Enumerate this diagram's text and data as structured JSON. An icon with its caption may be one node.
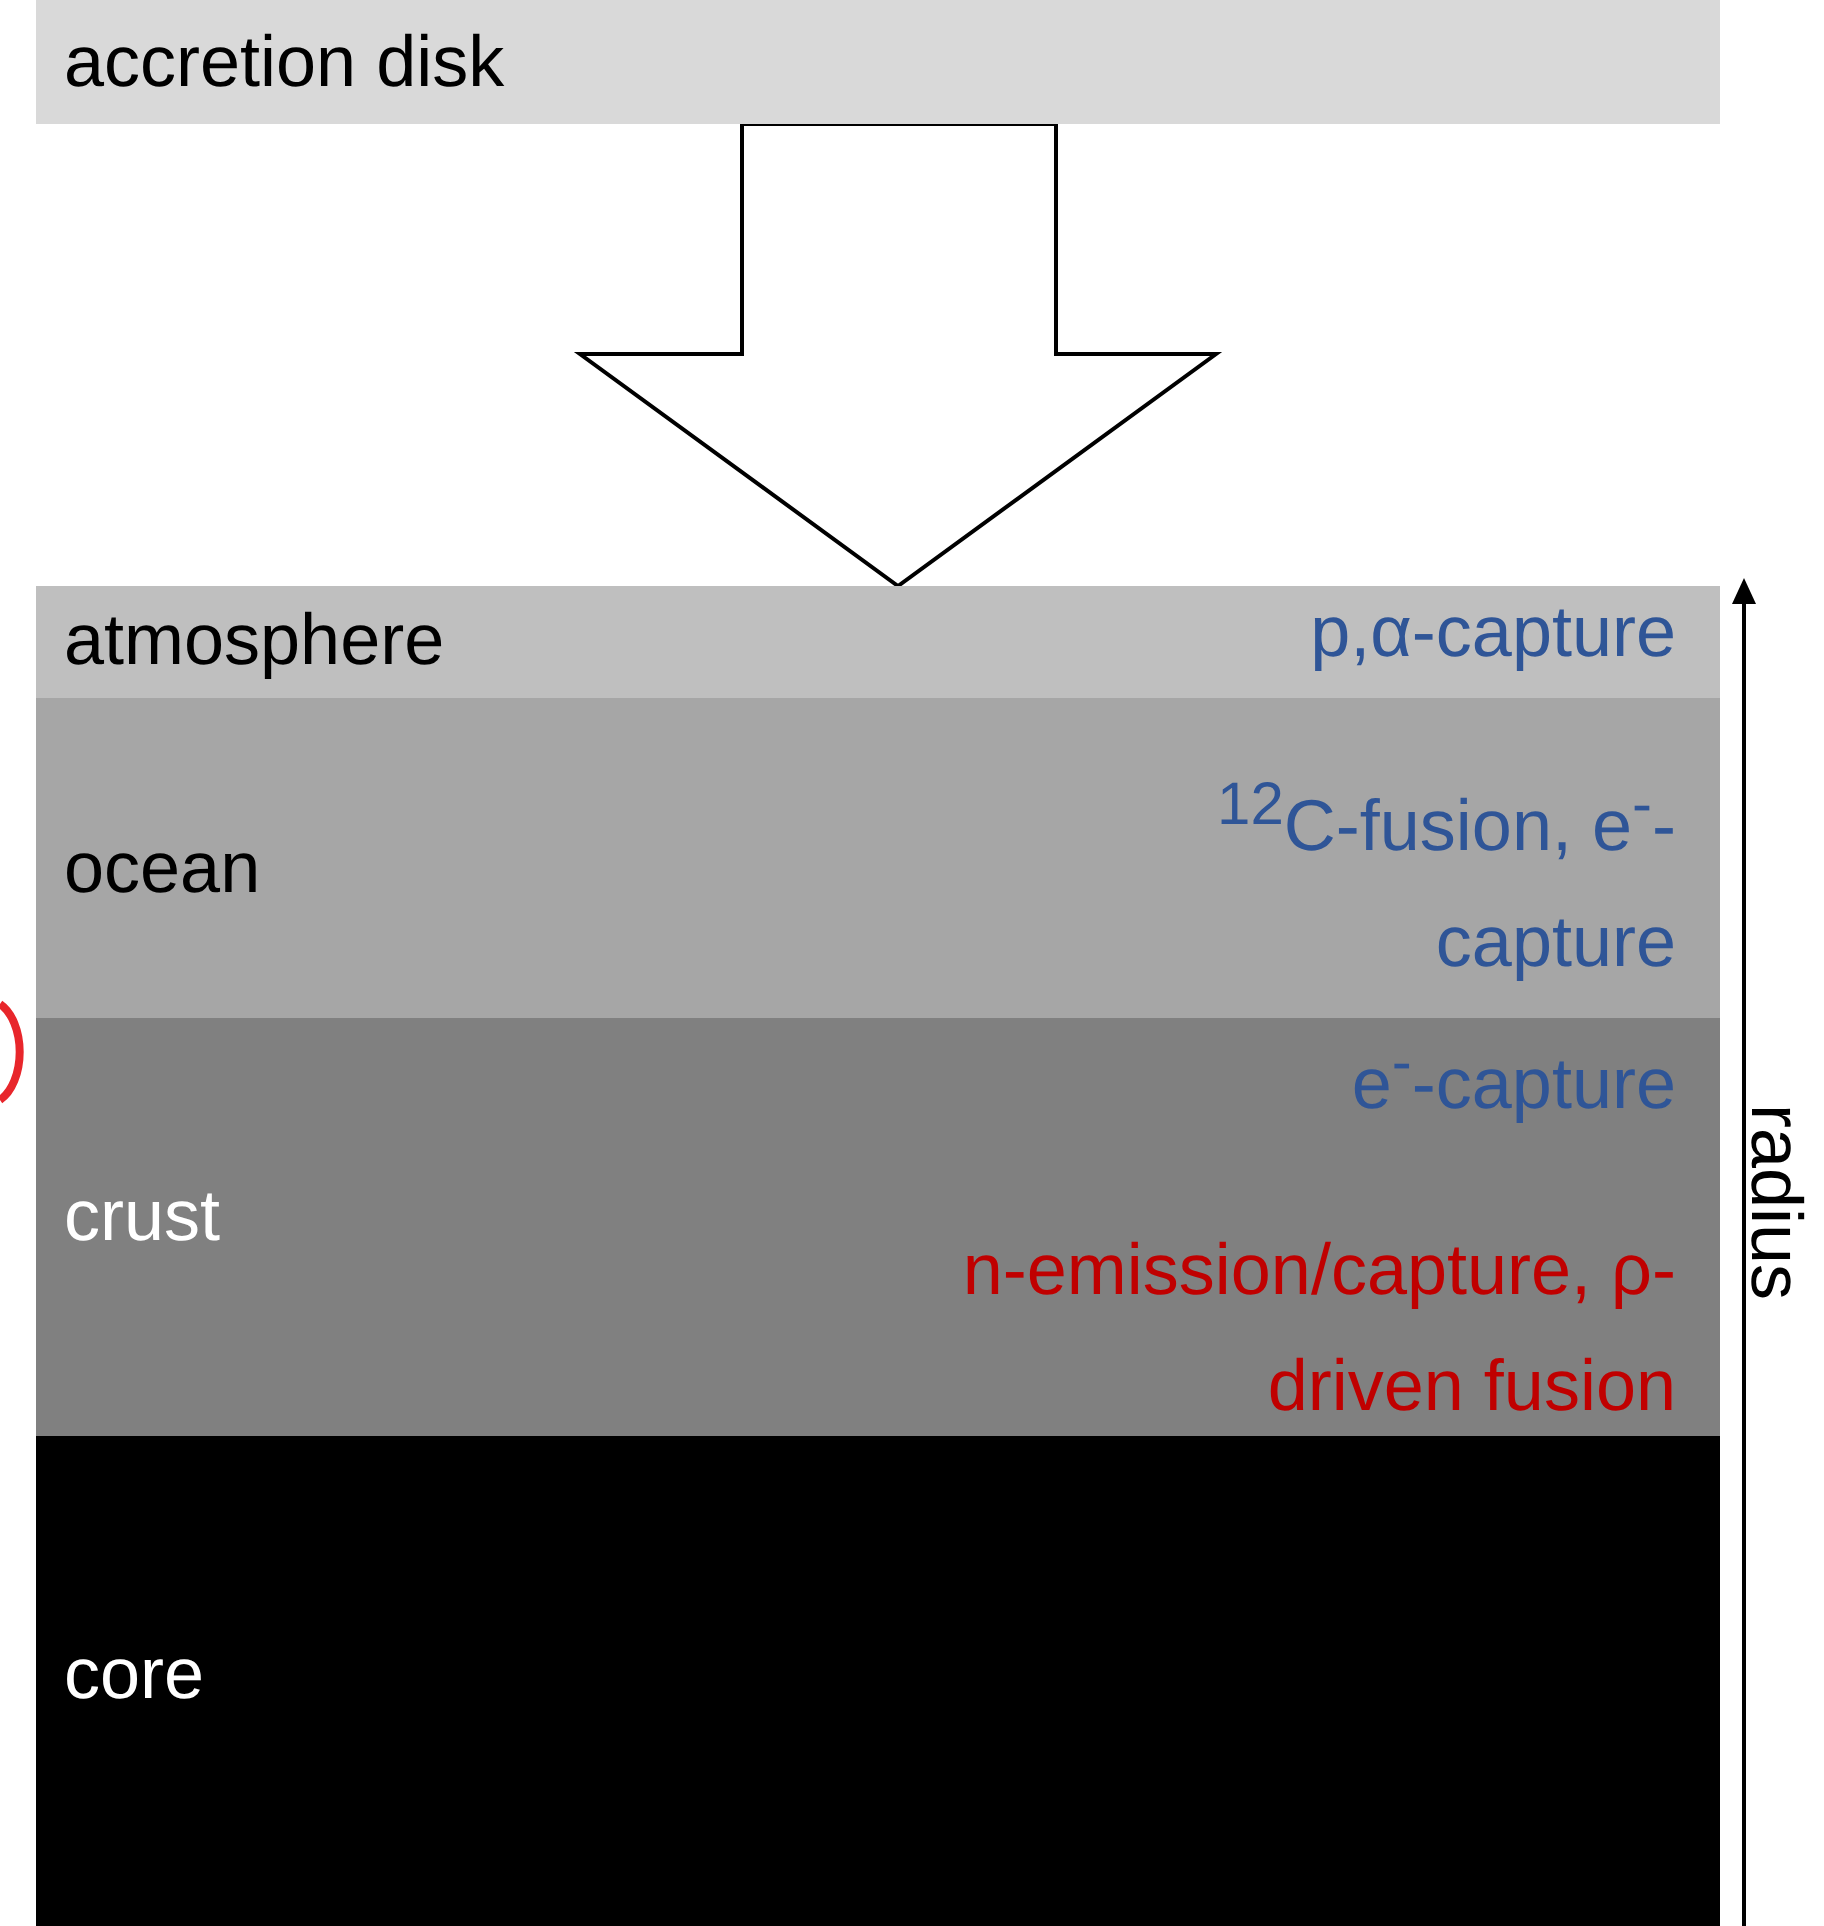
{
  "diagram": {
    "nodes": [
      {
        "text": [
          "accretion disk"
        ]
      },
      {
        "text": [
          "atmosphere",
          "p,α-capture"
        ]
      },
      {
        "text": [
          "ocean",
          "$^{12}$C-fusion, e$^{-}$-capture"
        ]
      },
      {
        "text": [
          "crust",
          "e$^{-}$-capture",
          "n-emission/capture, ρ-driven fusion"
        ]
      },
      {
        "text": [
          "core"
        ]
      }
    ],
    "edges": [
      {
        "from": 0,
        "to": 1,
        "arrow": "to"
      }
    ],
    "labels": [
      "radius"
    ]
  }
}
